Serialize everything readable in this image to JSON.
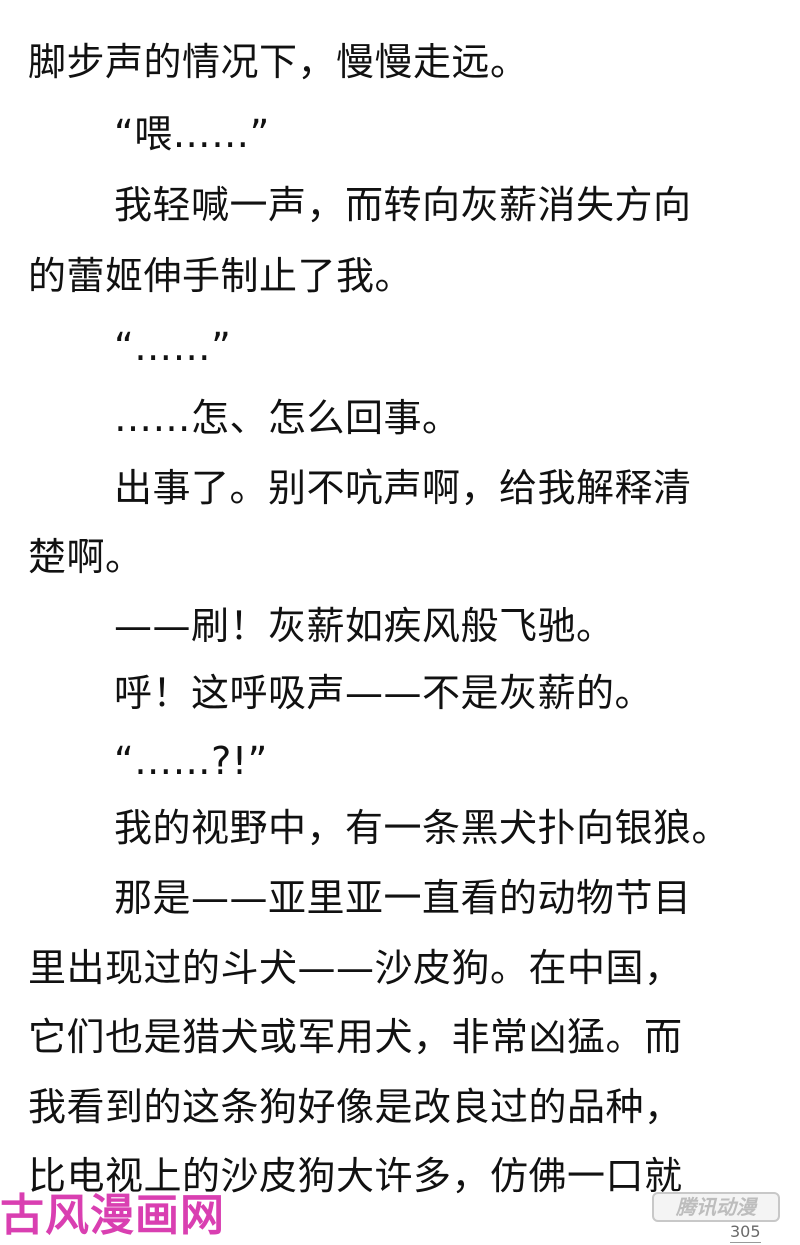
{
  "text": {
    "lines": [
      "脚步声的情况下，慢慢走远。",
      "“喂……”",
      "我轻喊一声，而转向灰薪消失方向",
      "的蕾姬伸手制止了我。",
      "“……”",
      "……怎、怎么回事。",
      "出事了。别不吭声啊，给我解释清",
      "楚啊。",
      "——刷！灰薪如疾风般飞驰。",
      "呼！这呼吸声——不是灰薪的。",
      "“……?!”",
      "我的视野中，有一条黑犬扑向银狼。",
      "那是——亚里亚一直看的动物节目",
      "里出现过的斗犬——沙皮狗。在中国，",
      "它们也是猎犬或军用犬，非常凶猛。而",
      "我看到的这条狗好像是改良过的品种，",
      "比电视上的沙皮狗大许多，仿佛一口就"
    ]
  },
  "watermark": {
    "left": "古风漫画网",
    "right": "腾讯动漫",
    "color": "#d93fb1"
  },
  "page_number": "305"
}
